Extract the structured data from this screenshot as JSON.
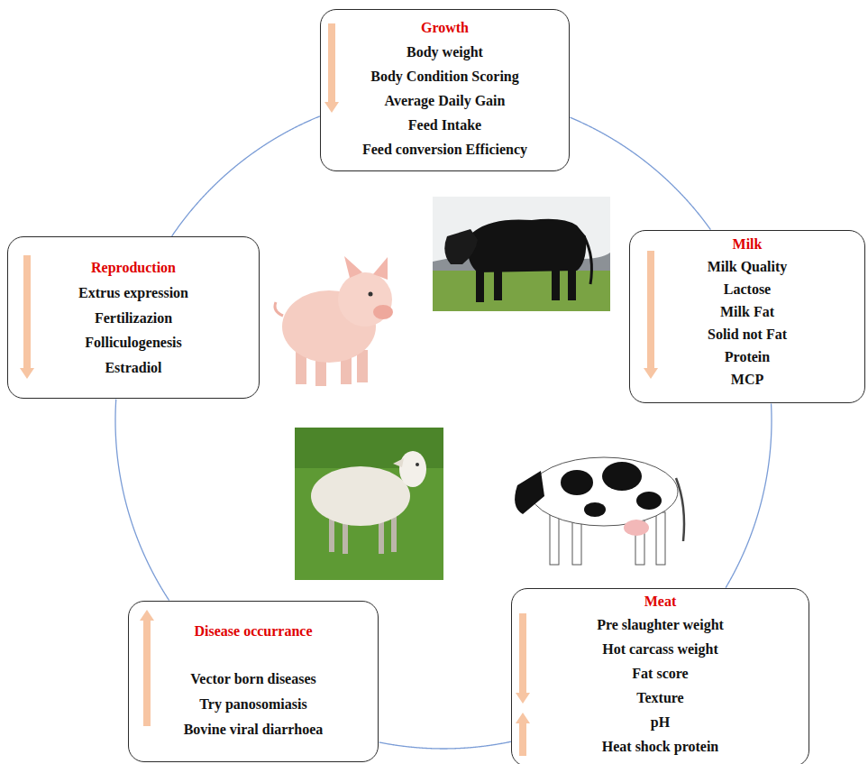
{
  "diagram": {
    "nodes": [
      {
        "text": [
          "Growth",
          "Body weight",
          "Body Condition Scoring",
          "Average Daily Gain",
          "Feed Intake",
          "Feed conversion Efficiency"
        ]
      },
      {
        "text": [
          "Milk",
          "Milk Quality",
          "Lactose",
          "Milk Fat",
          "Solid not Fat",
          "Protein",
          "MCP"
        ]
      },
      {
        "text": [
          "Meat",
          "Pre slaughter weight",
          "Hot carcass weight",
          "Fat score",
          "Texture",
          "pH",
          "Heat shock protein"
        ]
      },
      {
        "text": [
          "Disease occurrance",
          "Vector born diseases",
          "Try panosomiasis",
          "Bovine viral diarrhoea"
        ]
      },
      {
        "text": [
          "Reproduction",
          "Extrus expression",
          "Fertilizazion",
          "Folliculogenesis",
          "Estradiol"
        ]
      }
    ],
    "edges": [
      {
        "from": 0,
        "to": 1,
        "arrow": "none"
      },
      {
        "from": 1,
        "to": 2,
        "arrow": "none"
      },
      {
        "from": 2,
        "to": 3,
        "arrow": "none"
      },
      {
        "from": 3,
        "to": 4,
        "arrow": "none"
      },
      {
        "from": 4,
        "to": 0,
        "arrow": "none"
      }
    ]
  }
}
